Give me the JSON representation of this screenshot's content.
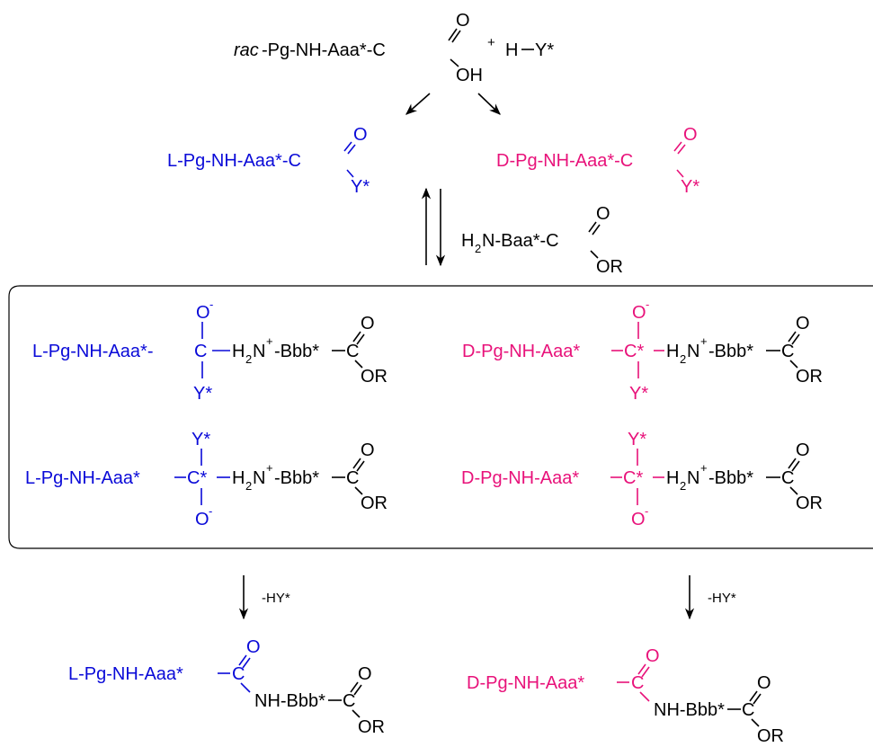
{
  "colors": {
    "L_series": "#0a0ad8",
    "D_series": "#e8127a",
    "neutral": "#000000"
  },
  "start": {
    "rac_prefix": "rac",
    "chain": "-Pg-NH-Aaa*-C",
    "O": "O",
    "OH": "OH",
    "plus": "+",
    "reagent": "H",
    "reagent_y": "Y*"
  },
  "active_esters": {
    "L": {
      "chain": "L-Pg-NH-Aaa*-C",
      "O": "O",
      "Y": "Y*"
    },
    "D": {
      "chain": "D-Pg-NH-Aaa*-C",
      "O": "O",
      "Y": "Y*"
    }
  },
  "amine": {
    "H": "H",
    "sub2": "2",
    "rest": "N-Baa*-C",
    "O": "O",
    "OR": "OR"
  },
  "box": {
    "row1_L": {
      "chain": "L-Pg-NH-Aaa*-",
      "C": "C",
      "O_top": "O",
      "charge_top": "-",
      "Y_bottom": "Y*",
      "H2": "H",
      "sub2": "2",
      "N": "N",
      "plus": "+",
      "bbb": "-Bbb*",
      "C2": "C",
      "O": "O",
      "OR": "OR"
    },
    "row1_D": {
      "chain": "D-Pg-NH-Aaa*",
      "C": "C*",
      "O_top": "O",
      "charge_top": "-",
      "Y_bottom": "Y*",
      "H2": "H",
      "sub2": "2",
      "N": "N",
      "plus": "+",
      "bbb": "-Bbb*",
      "C2": "C",
      "O": "O",
      "OR": "OR"
    },
    "row2_L": {
      "chain": "L-Pg-NH-Aaa*",
      "C": "C*",
      "Y_top": "Y*",
      "O_bottom": "O",
      "charge_bottom": "-",
      "H2": "H",
      "sub2": "2",
      "N": "N",
      "plus": "+",
      "bbb": "-Bbb*",
      "C2": "C",
      "O": "O",
      "OR": "OR"
    },
    "row2_D": {
      "chain": "D-Pg-NH-Aaa*",
      "C": "C*",
      "Y_top": "Y*",
      "O_bottom": "O",
      "charge_bottom": "-",
      "H2": "H",
      "sub2": "2",
      "N": "N",
      "plus": "+",
      "bbb": "-Bbb*",
      "C2": "C",
      "O": "O",
      "OR": "OR"
    }
  },
  "elimination_label": "-HY*",
  "products": {
    "L": {
      "chain": "L-Pg-NH-Aaa*",
      "C": "C",
      "O": "O",
      "nh": "NH-Bbb*",
      "C2": "C",
      "O2": "O",
      "OR": "OR"
    },
    "D": {
      "chain": "D-Pg-NH-Aaa*",
      "C": "C",
      "O": "O",
      "nh": "NH-Bbb*",
      "C2": "C",
      "O2": "O",
      "OR": "OR"
    }
  }
}
